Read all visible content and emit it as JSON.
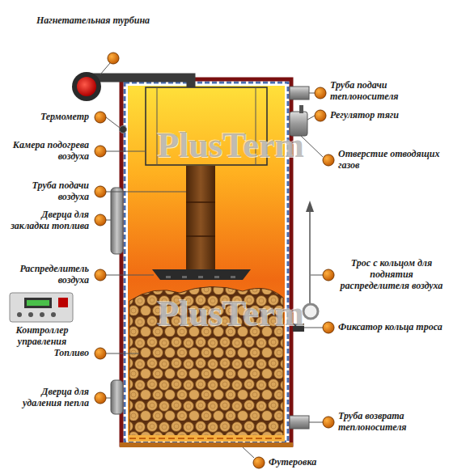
{
  "diagram": {
    "labels": [
      "Нагнетательная турбина",
      "Термометр",
      "Камера подогрева воздуха",
      "Труба подачи воздуха",
      "Дверца для закладки топлива",
      "Распределитель воздуха",
      "Контроллер управления",
      "Топливо",
      "Дверца для удаления пепла",
      "Труба подачи теплоносителя",
      "Регулятор тяги",
      "Отверстие отводящих газов",
      "Трос с кольцом для поднятия распределителя воздуха",
      "Фиксатор кольца троса",
      "Труба возврата теплоносителя",
      "Футеровка",
      "PlusTerm",
      "PlusTerm"
    ]
  }
}
